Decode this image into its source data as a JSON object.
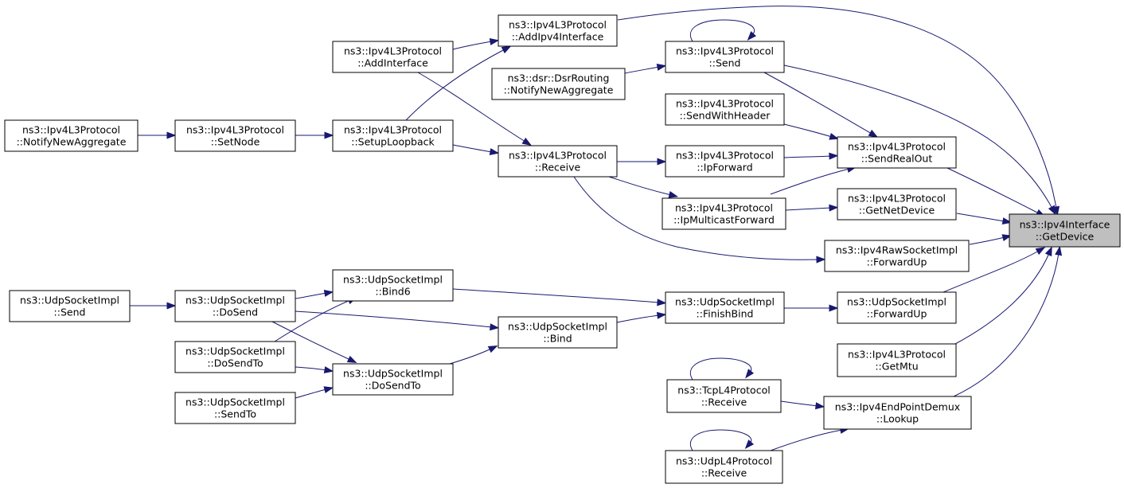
{
  "diagram": {
    "nodes": {
      "ipv4if_getdevice": {
        "line1": "ns3::Ipv4Interface",
        "line2": "::GetDevice",
        "highlighted": true
      },
      "l3_addipv4interface": {
        "line1": "ns3::Ipv4L3Protocol",
        "line2": "::AddIpv4Interface"
      },
      "l3_send": {
        "line1": "ns3::Ipv4L3Protocol",
        "line2": "::Send"
      },
      "l3_sendrealout": {
        "line1": "ns3::Ipv4L3Protocol",
        "line2": "::SendRealOut"
      },
      "l3_getnetdevice": {
        "line1": "ns3::Ipv4L3Protocol",
        "line2": "::GetNetDevice"
      },
      "raw_forwardup": {
        "line1": "ns3::Ipv4RawSocketImpl",
        "line2": "::ForwardUp"
      },
      "udpsock_forwardup": {
        "line1": "ns3::UdpSocketImpl",
        "line2": "::ForwardUp"
      },
      "l3_getmtu": {
        "line1": "ns3::Ipv4L3Protocol",
        "line2": "::GetMtu"
      },
      "epdemux_lookup": {
        "line1": "ns3::Ipv4EndPointDemux",
        "line2": "::Lookup"
      },
      "l3_addinterface": {
        "line1": "ns3::Ipv4L3Protocol",
        "line2": "::AddInterface"
      },
      "l3_setuploopback": {
        "line1": "ns3::Ipv4L3Protocol",
        "line2": "::SetupLoopback"
      },
      "l3_setnode": {
        "line1": "ns3::Ipv4L3Protocol",
        "line2": "::SetNode"
      },
      "l3_notifynewaggregate": {
        "line1": "ns3::Ipv4L3Protocol",
        "line2": "::NotifyNewAggregate"
      },
      "dsr_notifynewaggregate": {
        "line1": "ns3::dsr::DsrRouting",
        "line2": "::NotifyNewAggregate"
      },
      "l3_sendwithheader": {
        "line1": "ns3::Ipv4L3Protocol",
        "line2": "::SendWithHeader"
      },
      "l3_receive": {
        "line1": "ns3::Ipv4L3Protocol",
        "line2": "::Receive"
      },
      "l3_ipforward": {
        "line1": "ns3::Ipv4L3Protocol",
        "line2": "::IpForward"
      },
      "l3_ipmulticastforward": {
        "line1": "ns3::Ipv4L3Protocol",
        "line2": "::IpMulticastForward"
      },
      "udpsock_finishbind": {
        "line1": "ns3::UdpSocketImpl",
        "line2": "::FinishBind"
      },
      "udpsock_bind6": {
        "line1": "ns3::UdpSocketImpl",
        "line2": "::Bind6"
      },
      "udpsock_bind": {
        "line1": "ns3::UdpSocketImpl",
        "line2": "::Bind"
      },
      "udpsock_dosend": {
        "line1": "ns3::UdpSocketImpl",
        "line2": "::DoSend"
      },
      "udpsock_send": {
        "line1": "ns3::UdpSocketImpl",
        "line2": "::Send"
      },
      "udpsock_dosendto_a": {
        "line1": "ns3::UdpSocketImpl",
        "line2": "::DoSendTo"
      },
      "udpsock_dosendto_b": {
        "line1": "ns3::UdpSocketImpl",
        "line2": "::DoSendTo"
      },
      "udpsock_sendto": {
        "line1": "ns3::UdpSocketImpl",
        "line2": "::SendTo"
      },
      "tcpl4_receive": {
        "line1": "ns3::TcpL4Protocol",
        "line2": "::Receive"
      },
      "udpl4_receive": {
        "line1": "ns3::UdpL4Protocol",
        "line2": "::Receive"
      }
    },
    "edges": [
      {
        "from": "l3_addipv4interface",
        "to": "ipv4if_getdevice"
      },
      {
        "from": "l3_send",
        "to": "ipv4if_getdevice"
      },
      {
        "from": "l3_sendrealout",
        "to": "ipv4if_getdevice"
      },
      {
        "from": "l3_getnetdevice",
        "to": "ipv4if_getdevice"
      },
      {
        "from": "raw_forwardup",
        "to": "ipv4if_getdevice"
      },
      {
        "from": "udpsock_forwardup",
        "to": "ipv4if_getdevice"
      },
      {
        "from": "l3_getmtu",
        "to": "ipv4if_getdevice"
      },
      {
        "from": "epdemux_lookup",
        "to": "ipv4if_getdevice"
      },
      {
        "from": "l3_addinterface",
        "to": "l3_addipv4interface"
      },
      {
        "from": "l3_setuploopback",
        "to": "l3_addipv4interface"
      },
      {
        "from": "l3_setnode",
        "to": "l3_setuploopback"
      },
      {
        "from": "l3_notifynewaggregate",
        "to": "l3_setnode"
      },
      {
        "from": "l3_send",
        "to": "l3_send"
      },
      {
        "from": "dsr_notifynewaggregate",
        "to": "l3_send"
      },
      {
        "from": "l3_send",
        "to": "l3_sendrealout"
      },
      {
        "from": "l3_sendwithheader",
        "to": "l3_sendrealout"
      },
      {
        "from": "l3_ipforward",
        "to": "l3_sendrealout"
      },
      {
        "from": "l3_ipmulticastforward",
        "to": "l3_sendrealout"
      },
      {
        "from": "l3_addinterface",
        "to": "l3_receive"
      },
      {
        "from": "l3_setuploopback",
        "to": "l3_receive"
      },
      {
        "from": "l3_receive",
        "to": "l3_ipforward"
      },
      {
        "from": "l3_receive",
        "to": "l3_ipmulticastforward"
      },
      {
        "from": "l3_ipmulticastforward",
        "to": "l3_getnetdevice"
      },
      {
        "from": "l3_receive",
        "to": "raw_forwardup"
      },
      {
        "from": "udpsock_finishbind",
        "to": "udpsock_forwardup"
      },
      {
        "from": "udpsock_bind6",
        "to": "udpsock_finishbind"
      },
      {
        "from": "udpsock_bind",
        "to": "udpsock_finishbind"
      },
      {
        "from": "udpsock_dosend",
        "to": "udpsock_bind6"
      },
      {
        "from": "udpsock_dosendto_a",
        "to": "udpsock_bind6"
      },
      {
        "from": "udpsock_dosend",
        "to": "udpsock_bind"
      },
      {
        "from": "udpsock_dosendto_b",
        "to": "udpsock_bind"
      },
      {
        "from": "udpsock_send",
        "to": "udpsock_dosend"
      },
      {
        "from": "udpsock_dosend",
        "to": "udpsock_dosendto_b"
      },
      {
        "from": "udpsock_dosendto_a",
        "to": "udpsock_dosendto_b"
      },
      {
        "from": "udpsock_sendto",
        "to": "udpsock_dosendto_b"
      },
      {
        "from": "tcpl4_receive",
        "to": "tcpl4_receive"
      },
      {
        "from": "tcpl4_receive",
        "to": "epdemux_lookup"
      },
      {
        "from": "udpl4_receive",
        "to": "udpl4_receive"
      },
      {
        "from": "udpl4_receive",
        "to": "epdemux_lookup"
      }
    ]
  }
}
